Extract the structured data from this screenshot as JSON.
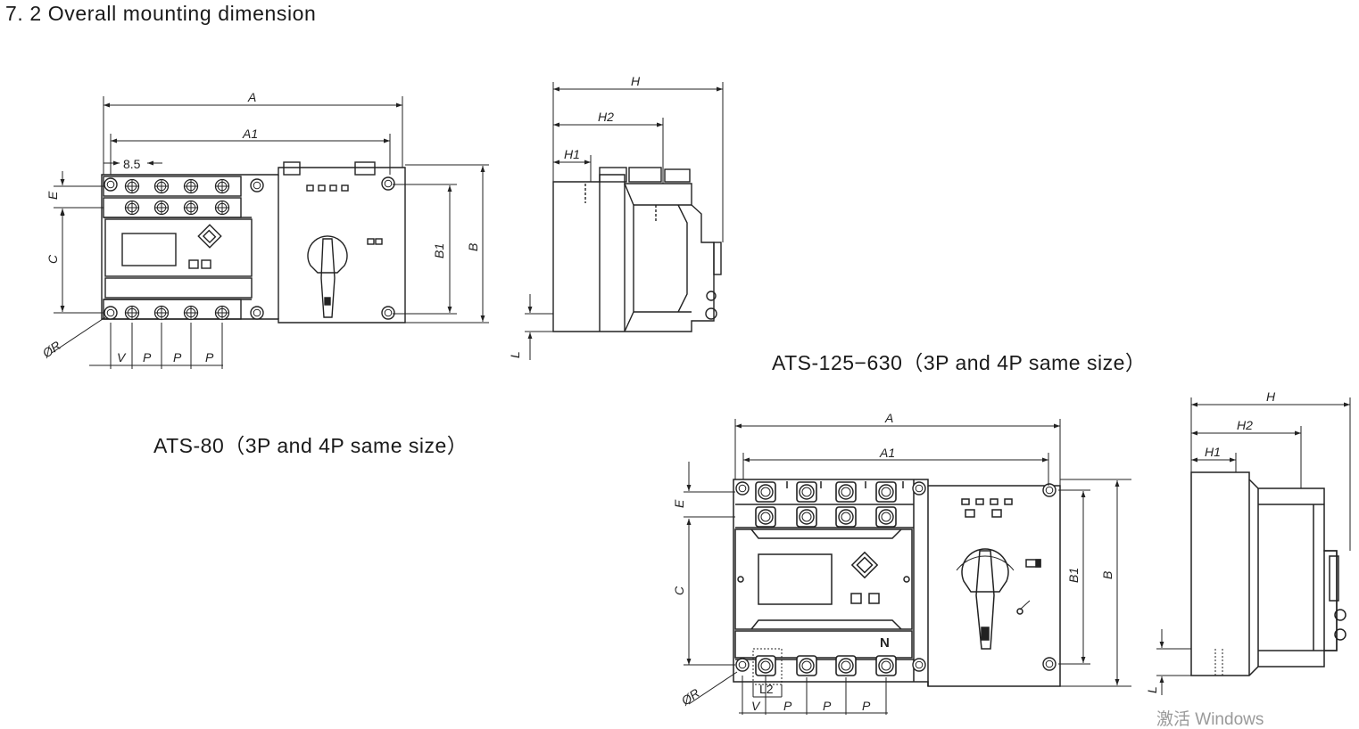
{
  "section_heading": "7. 2 Overall mounting dimension",
  "captions": {
    "ats80": "ATS-80（3P and 4P same size）",
    "ats125": "ATS-125−630（3P and 4P same size）"
  },
  "dimension_labels": {
    "A": "A",
    "A1": "A1",
    "B": "B",
    "B1": "B1",
    "C": "C",
    "E": "E",
    "H": "H",
    "H1": "H1",
    "H2": "H2",
    "L": "L",
    "L2": "L2",
    "P": "P",
    "V": "V",
    "R": "ØR",
    "offset": "8.5"
  },
  "neutral_mark": "N",
  "watermark": "激活 Windows"
}
